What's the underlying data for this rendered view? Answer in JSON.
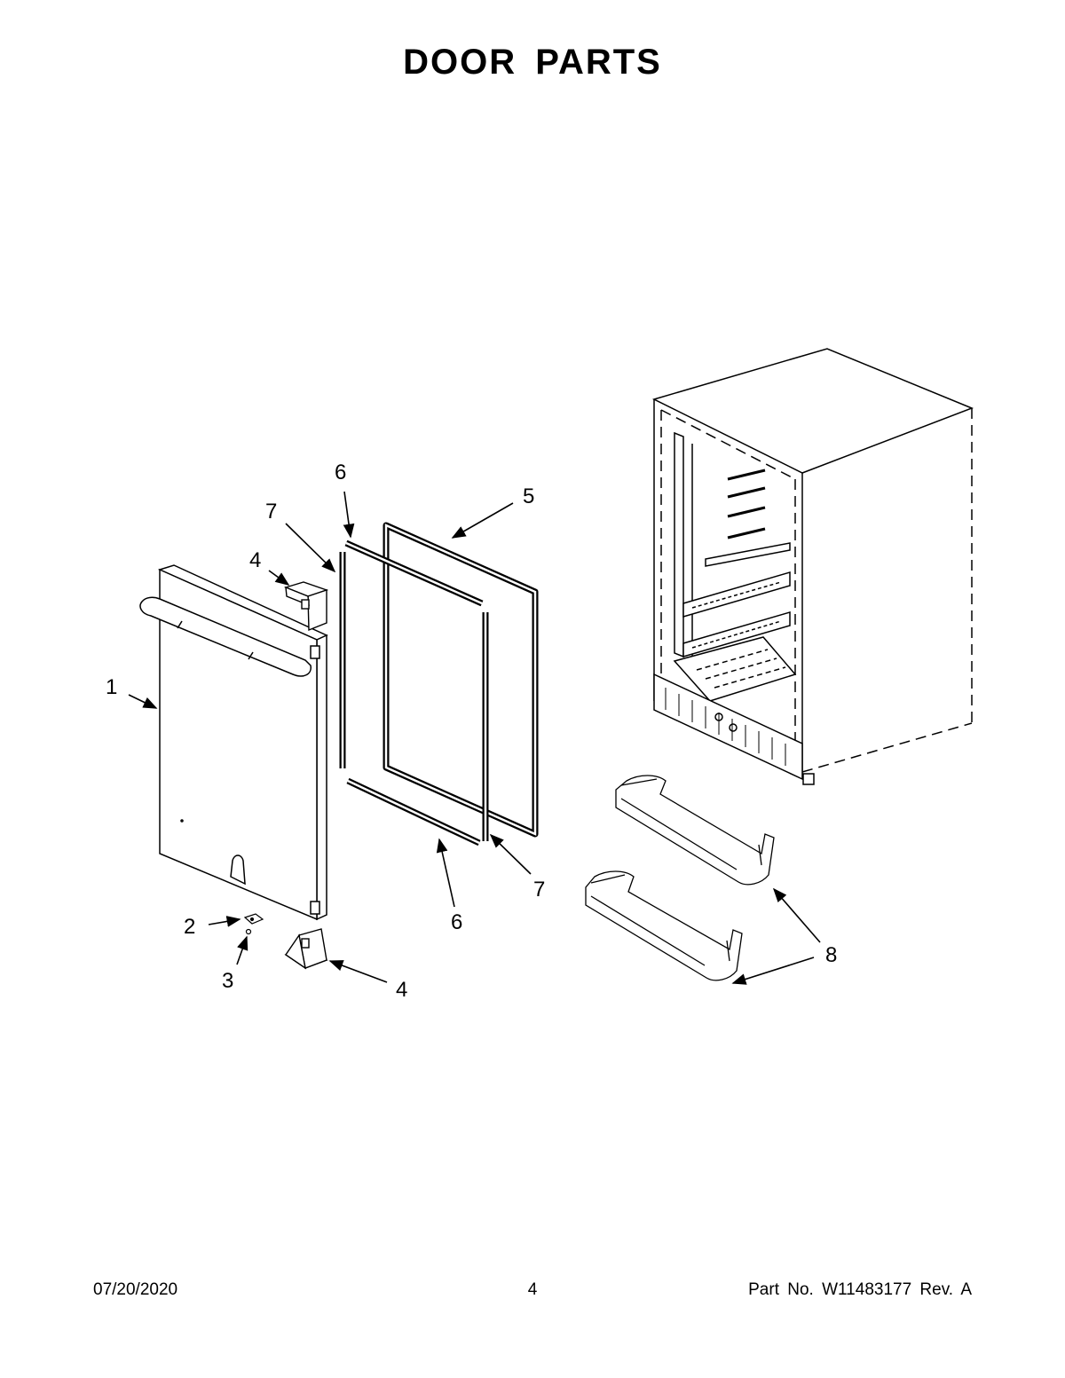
{
  "title": "DOOR PARTS",
  "callouts": [
    "1",
    "2",
    "3",
    "4",
    "4",
    "5",
    "6",
    "6",
    "7",
    "7",
    "8"
  ],
  "footer": {
    "date": "07/20/2020",
    "page": "4",
    "part": "Part No.  W11483177  Rev.  A"
  }
}
